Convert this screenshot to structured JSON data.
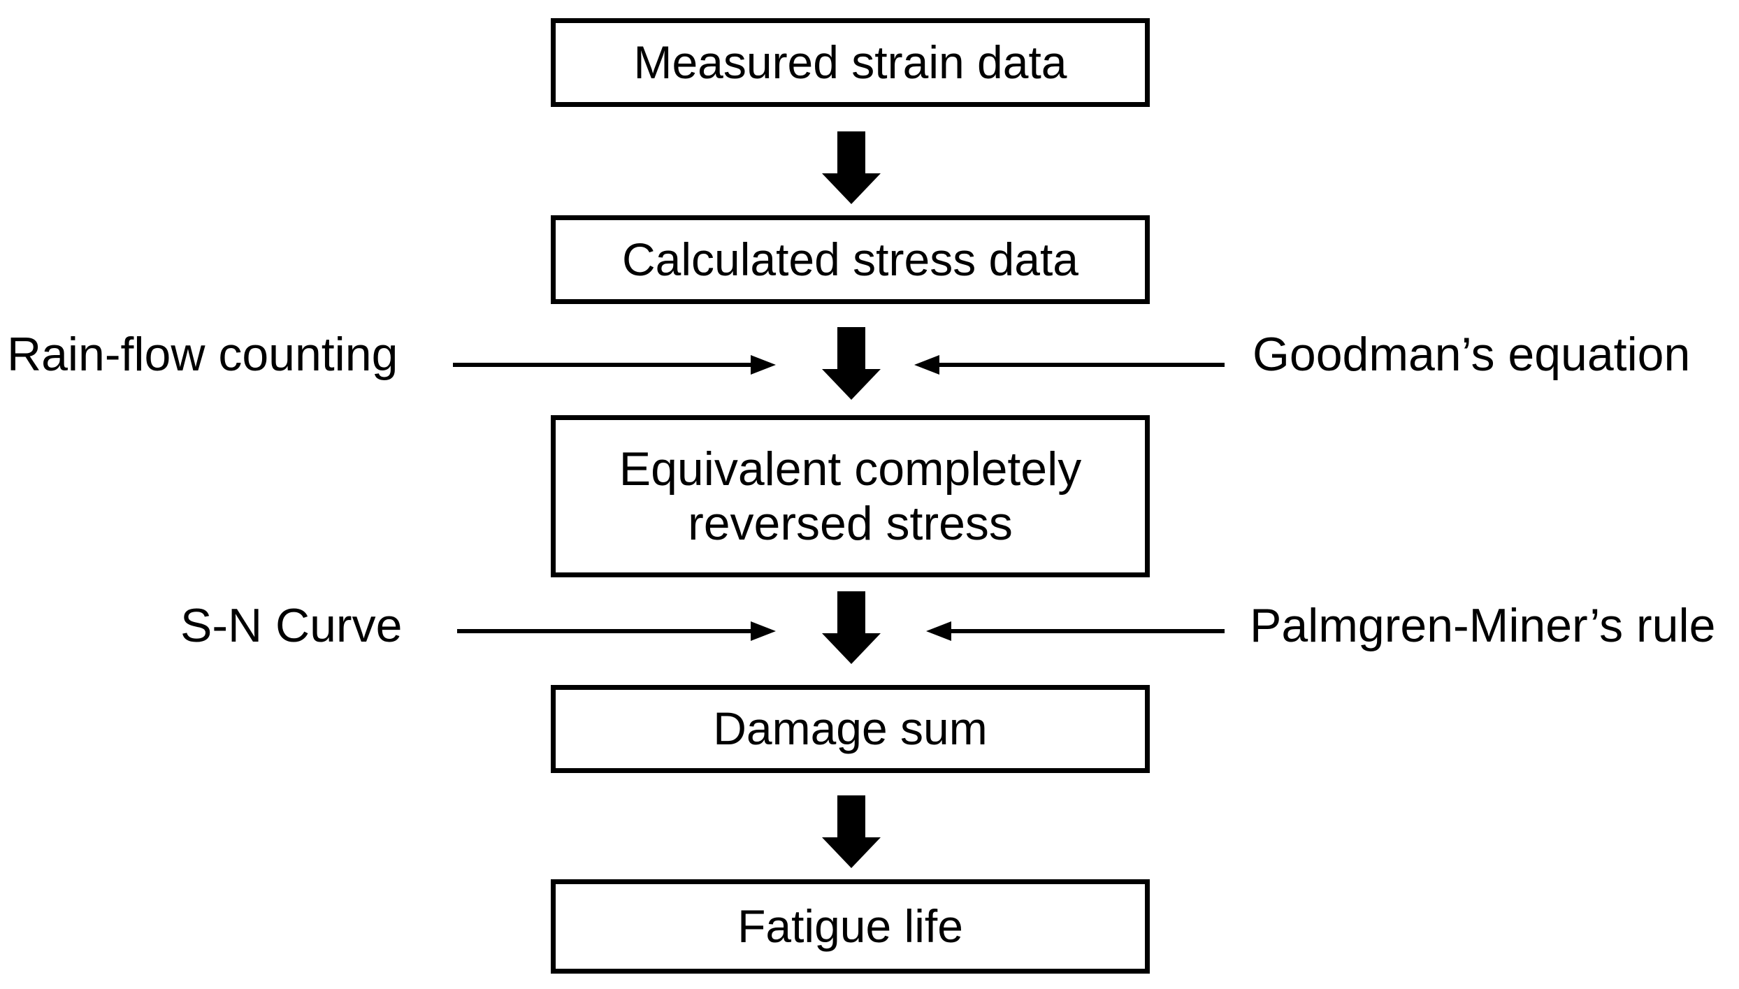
{
  "diagram": {
    "type": "flowchart",
    "direction": "top-down",
    "nodes": [
      {
        "id": "measured",
        "label": "Measured strain data"
      },
      {
        "id": "calculated",
        "label": "Calculated stress data"
      },
      {
        "id": "equivalent",
        "label": "Equivalent completely reversed stress"
      },
      {
        "id": "damage",
        "label": "Damage sum"
      },
      {
        "id": "fatigue",
        "label": "Fatigue life"
      }
    ],
    "flow_order": [
      "Measured strain data",
      "Calculated stress data",
      "Equivalent completely reversed stress",
      "Damage sum",
      "Fatigue life"
    ],
    "side_inputs": [
      {
        "id": "rainflow",
        "label": "Rain-flow counting",
        "side": "left",
        "feeds_step": "Equivalent completely reversed stress"
      },
      {
        "id": "goodman",
        "label": "Goodman’s equation",
        "side": "right",
        "feeds_step": "Equivalent completely reversed stress"
      },
      {
        "id": "sncurve",
        "label": "S-N Curve",
        "side": "left",
        "feeds_step": "Damage sum"
      },
      {
        "id": "palmgren",
        "label": "Palmgren-Miner’s rule",
        "side": "right",
        "feeds_step": "Damage sum"
      }
    ],
    "colors": {
      "stroke": "#000000",
      "fill": "#ffffff",
      "text": "#000000",
      "background": "#ffffff"
    }
  }
}
